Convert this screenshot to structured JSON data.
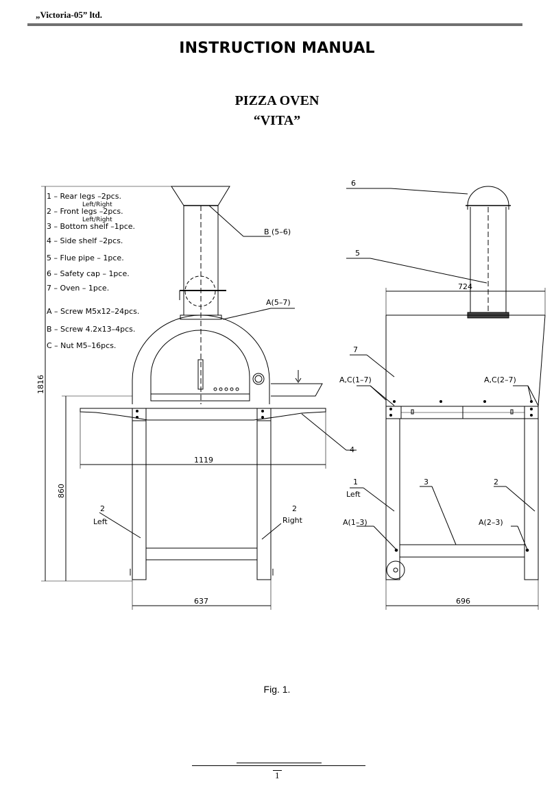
{
  "header": {
    "company": "„Victoria-05” ltd."
  },
  "title": "INSTRUCTION MANUAL",
  "subtitle": {
    "line1": "PIZZA OVEN",
    "line2": "“VITA”"
  },
  "legend": {
    "items": [
      "1 – Rear legs –2pcs.",
      "2 – Front legs –2pcs.",
      "3 – Bottom shelf –1pce.",
      "4 – Side shelf –2pcs.",
      "5 – Flue pipe – 1pce.",
      "6 – Safety cap – 1pce.",
      "7 – Oven – 1pce.",
      "A – Screw M5x12–24pcs.",
      "B – Screw 4.2x13–4pcs.",
      "C – Nut M5–16pcs."
    ],
    "note_left_right": "Left/Right"
  },
  "front_view": {
    "label_b": "B (5–6)",
    "label_a57": "A(5–7)",
    "label_4": "4",
    "label_2_left": "2",
    "label_left": "Left",
    "label_2_right": "2",
    "label_right": "Right",
    "dim_height_total": "1816",
    "dim_height_table": "860",
    "dim_width_shelf": "1119",
    "dim_width_base": "637"
  },
  "side_view": {
    "label_6": "6",
    "label_5": "5",
    "label_7": "7",
    "dim_top": "724",
    "label_ac17": "A,C(1–7)",
    "label_ac27": "A,C(2–7)",
    "label_1": "1",
    "label_1_left": "Left",
    "label_3": "3",
    "label_2": "2",
    "label_a13": "A(1–3)",
    "label_a23": "A(2–3)",
    "dim_base": "696"
  },
  "figure_caption": "Fig. 1.",
  "page_number": "1"
}
